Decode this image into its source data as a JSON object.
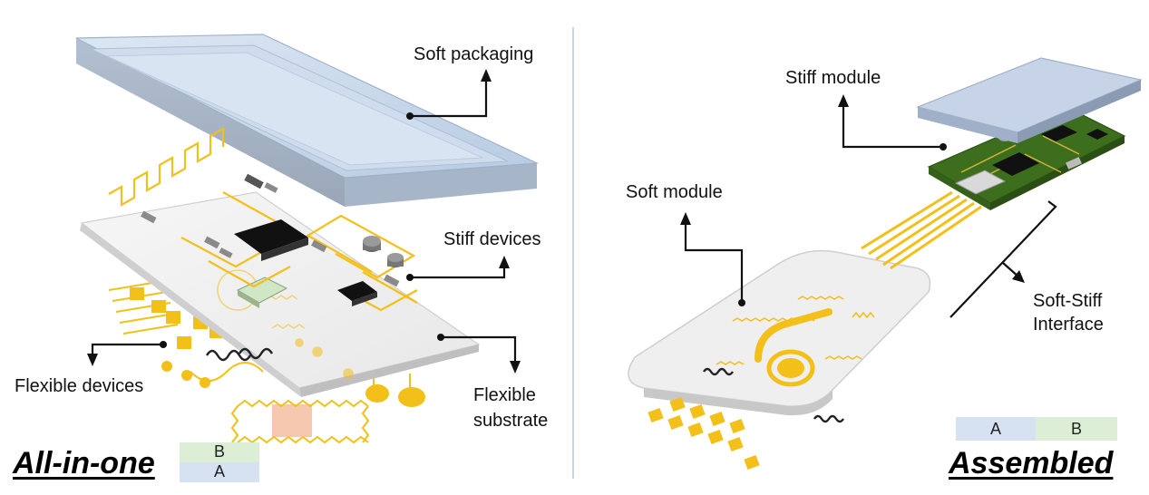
{
  "left_panel": {
    "labels": {
      "soft_packaging": "Soft packaging",
      "stiff_devices": "Stiff devices",
      "flexible_devices": "Flexible devices",
      "flexible_substrate_line1": "Flexible",
      "flexible_substrate_line2": "substrate"
    },
    "caption": "All-in-one",
    "legend": {
      "top": "B",
      "bottom": "A"
    }
  },
  "right_panel": {
    "labels": {
      "stiff_module": "Stiff module",
      "soft_module": "Soft module",
      "interface_line1": "Soft-Stiff",
      "interface_line2": "Interface"
    },
    "caption": "Assembled",
    "legend": {
      "left": "A",
      "right": "B"
    }
  },
  "colors": {
    "legend_a": "#d6e1f2",
    "legend_b": "#dcefd6",
    "trace_gold": "#f3bf19",
    "substrate": "#eeeeee",
    "packaging": "#c5d6ea",
    "pcb_green": "#3d6e1e",
    "divider": "#c9d6ea"
  }
}
